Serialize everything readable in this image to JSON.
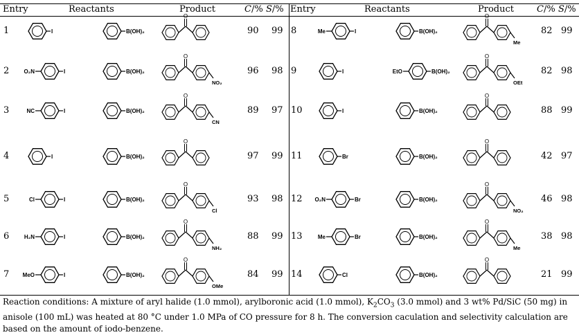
{
  "headers": {
    "entry": "Entry",
    "reactants": "Reactants",
    "product": "Product",
    "c_label": "C",
    "s_label": "S",
    "pct": "/%"
  },
  "rows": [
    {
      "entry": "1",
      "r1_sub": "",
      "r1_label": "I",
      "r2_sub": "",
      "r2_label": "B(OH)₂",
      "p_sub": "",
      "c": "90",
      "s": "99"
    },
    {
      "entry": "2",
      "r1_sub": "O₂N",
      "r1_label": "I",
      "r2_sub": "",
      "r2_label": "B(OH)₂",
      "p_sub": "NO₂",
      "c": "96",
      "s": "98"
    },
    {
      "entry": "3",
      "r1_sub": "NC",
      "r1_label": "I",
      "r2_sub": "",
      "r2_label": "B(OH)₂",
      "p_sub": "CN",
      "c": "89",
      "s": "97"
    },
    {
      "entry": "4",
      "r1_sub": "",
      "r1_label": "I",
      "r2_sub": "",
      "r2_label": "B(OH)₂",
      "p_sub": "",
      "c": "97",
      "s": "99"
    },
    {
      "entry": "5",
      "r1_sub": "Cl",
      "r1_label": "I",
      "r2_sub": "",
      "r2_label": "B(OH)₂",
      "p_sub": "Cl",
      "c": "93",
      "s": "98"
    },
    {
      "entry": "6",
      "r1_sub": "H₂N",
      "r1_label": "I",
      "r2_sub": "",
      "r2_label": "B(OH)₂",
      "p_sub": "NH₂",
      "c": "88",
      "s": "99"
    },
    {
      "entry": "7",
      "r1_sub": "MeO",
      "r1_label": "I",
      "r2_sub": "",
      "r2_label": "B(OH)₂",
      "p_sub": "OMe",
      "c": "84",
      "s": "99"
    },
    {
      "entry": "8",
      "r1_sub": "Me",
      "r1_label": "I",
      "r2_sub": "",
      "r2_label": "B(OH)₂",
      "p_sub": "Me",
      "c": "82",
      "s": "99"
    },
    {
      "entry": "9",
      "r1_sub": "",
      "r1_label": "I",
      "r2_sub": "EtO",
      "r2_label": "B(OH)₂",
      "p_sub": "OEt",
      "c": "82",
      "s": "98"
    },
    {
      "entry": "10",
      "r1_sub": "",
      "r1_label": "I",
      "r2_sub": "",
      "r2_label": "B(OH)₂",
      "p_sub": "",
      "c": "88",
      "s": "99"
    },
    {
      "entry": "11",
      "r1_sub": "",
      "r1_label": "Br",
      "r2_sub": "",
      "r2_label": "B(OH)₂",
      "p_sub": "",
      "c": "42",
      "s": "97"
    },
    {
      "entry": "12",
      "r1_sub": "O₂N",
      "r1_label": "Br",
      "r2_sub": "",
      "r2_label": "B(OH)₂",
      "p_sub": "NO₂",
      "c": "46",
      "s": "98"
    },
    {
      "entry": "13",
      "r1_sub": "Me",
      "r1_label": "Br",
      "r2_sub": "",
      "r2_label": "B(OH)₂",
      "p_sub": "Me",
      "c": "38",
      "s": "98"
    },
    {
      "entry": "14",
      "r1_sub": "",
      "r1_label": "Cl",
      "r2_sub": "",
      "r2_label": "B(OH)₂",
      "p_sub": "",
      "c": "21",
      "s": "99"
    }
  ],
  "footnote": {
    "part1": "Reaction conditions: A mixture of aryl halide (1.0 mmol), arylboronic acid (1.0 mmol), K",
    "k_sub1": "2",
    "k_mid": "CO",
    "k_sub2": "3",
    "part2": " (3.0 mmol) and 3 wt% Pd/SiC (50 mg) in anisole (100 mL) was heated at 80 °C under 1.0 MPa of CO pressure for 8 h. The conversion caculation and selectivity calculation are based on the amount of iodo-benzene."
  }
}
